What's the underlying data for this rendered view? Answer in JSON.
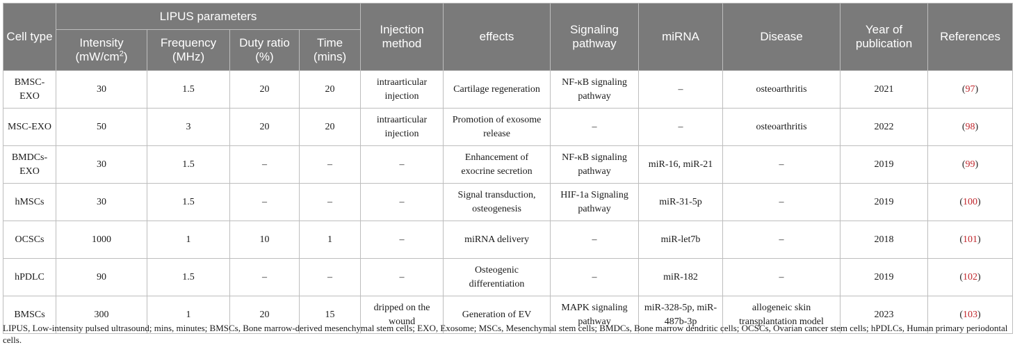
{
  "headers": {
    "cell_type": "Cell type",
    "lipus_group": "LIPUS parameters",
    "intensity": "Intensity (mW/cm",
    "intensity_sup": "2",
    "intensity_close": ")",
    "frequency": "Frequency (MHz)",
    "duty": "Duty ratio (%)",
    "time": "Time (mins)",
    "injection": "Injection method",
    "effects": "effects",
    "signaling": "Signaling pathway",
    "mirna": "miRNA",
    "disease": "Disease",
    "year": "Year of publication",
    "references": "References"
  },
  "rows": [
    {
      "cell": "BMSC-EXO",
      "intensity": "30",
      "frequency": "1.5",
      "duty": "20",
      "time": "20",
      "injection": "intraarticular injection",
      "effects": "Cartilage regeneration",
      "signaling": "NF-κB signaling pathway",
      "mirna": "–",
      "disease": "osteoarthritis",
      "year": "2021",
      "ref": "97"
    },
    {
      "cell": "MSC-EXO",
      "intensity": "50",
      "frequency": "3",
      "duty": "20",
      "time": "20",
      "injection": "intraarticular injection",
      "effects": "Promotion of exosome release",
      "signaling": "–",
      "mirna": "–",
      "disease": "osteoarthritis",
      "year": "2022",
      "ref": "98"
    },
    {
      "cell": "BMDCs-EXO",
      "intensity": "30",
      "frequency": "1.5",
      "duty": "–",
      "time": "–",
      "injection": "–",
      "effects": "Enhancement of exocrine secretion",
      "signaling": "NF-κB signaling pathway",
      "mirna": "miR-16, miR-21",
      "disease": "–",
      "year": "2019",
      "ref": "99"
    },
    {
      "cell": "hMSCs",
      "intensity": "30",
      "frequency": "1.5",
      "duty": "–",
      "time": "–",
      "injection": "–",
      "effects": "Signal transduction, osteogenesis",
      "signaling": "HIF-1a Signaling pathway",
      "mirna": "miR-31-5p",
      "disease": "–",
      "year": "2019",
      "ref": "100"
    },
    {
      "cell": "OCSCs",
      "intensity": "1000",
      "frequency": "1",
      "duty": "10",
      "time": "1",
      "injection": "–",
      "effects": "miRNA delivery",
      "signaling": "–",
      "mirna": "miR-let7b",
      "disease": "–",
      "year": "2018",
      "ref": "101"
    },
    {
      "cell": "hPDLC",
      "intensity": "90",
      "frequency": "1.5",
      "duty": "–",
      "time": "–",
      "injection": "–",
      "effects": "Osteogenic differentiation",
      "signaling": "–",
      "mirna": "miR-182",
      "disease": "–",
      "year": "2019",
      "ref": "102"
    },
    {
      "cell": "BMSCs",
      "intensity": "300",
      "frequency": "1",
      "duty": "20",
      "time": "15",
      "injection": "dripped on the wound",
      "effects": "Generation of EV",
      "signaling": "MAPK signaling pathway",
      "mirna": "miR-328-5p, miR-487b-3p",
      "disease": "allogeneic skin transplantation model",
      "year": "2023",
      "ref": "103"
    }
  ],
  "footnote": "LIPUS, Low-intensity pulsed ultrasound; mins, minutes; BMSCs, Bone marrow-derived mesenchymal stem cells; EXO, Exosome; MSCs, Mesenchymal stem cells; BMDCs, Bone marrow dendritic cells; OCSCs, Ovarian cancer stem cells; hPDLCs, Human primary periodontal cells.",
  "colors": {
    "header_bg": "#7a7a7a",
    "header_text": "#ffffff",
    "ref_number": "#c0272d",
    "border": "#bdbdbd"
  }
}
